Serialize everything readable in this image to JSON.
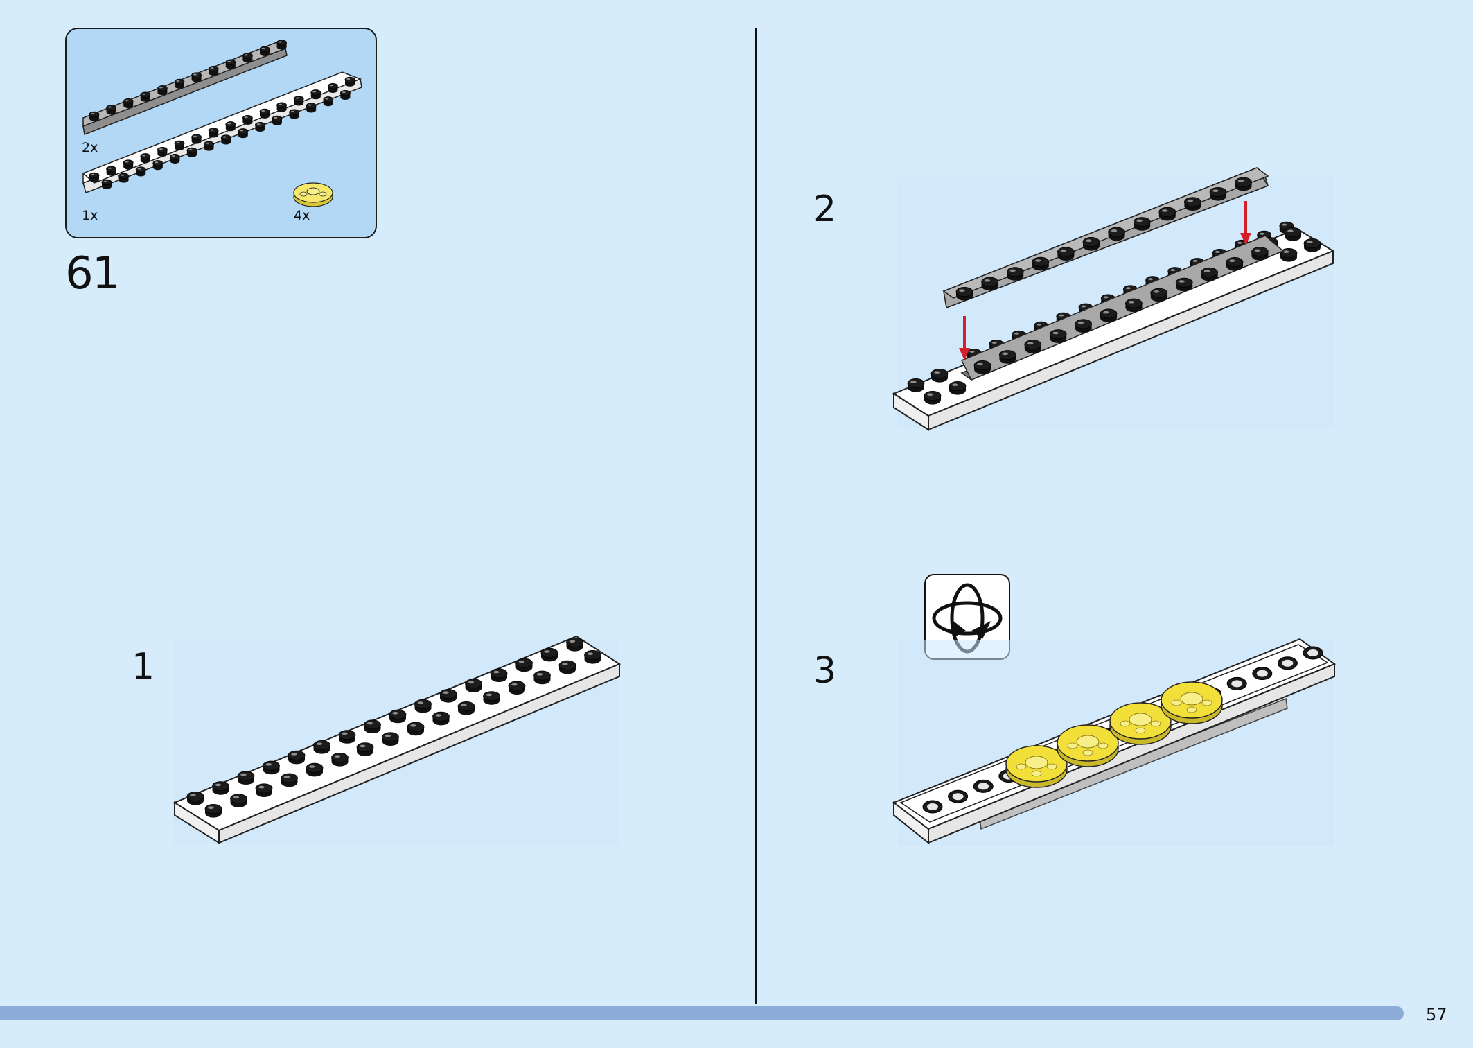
{
  "parts_list": {
    "items": [
      {
        "name": "grey-plate-1x12",
        "quantity": "2x",
        "color": "#9b9b9b"
      },
      {
        "name": "white-plate-2x16",
        "quantity": "1x",
        "color": "#ffffff"
      },
      {
        "name": "trans-yellow-round-plate",
        "quantity": "4x",
        "color": "#f2e13a"
      }
    ]
  },
  "step_number": "61",
  "substeps": [
    {
      "number": "1"
    },
    {
      "number": "2"
    },
    {
      "number": "3"
    }
  ],
  "rotate_icon": "rotate-model-icon",
  "page_number": "57",
  "colors": {
    "background": "#d6ecfb",
    "panel": "#b3d8f6",
    "arrow": "#d31f2a",
    "progress": "#8bacd9"
  }
}
